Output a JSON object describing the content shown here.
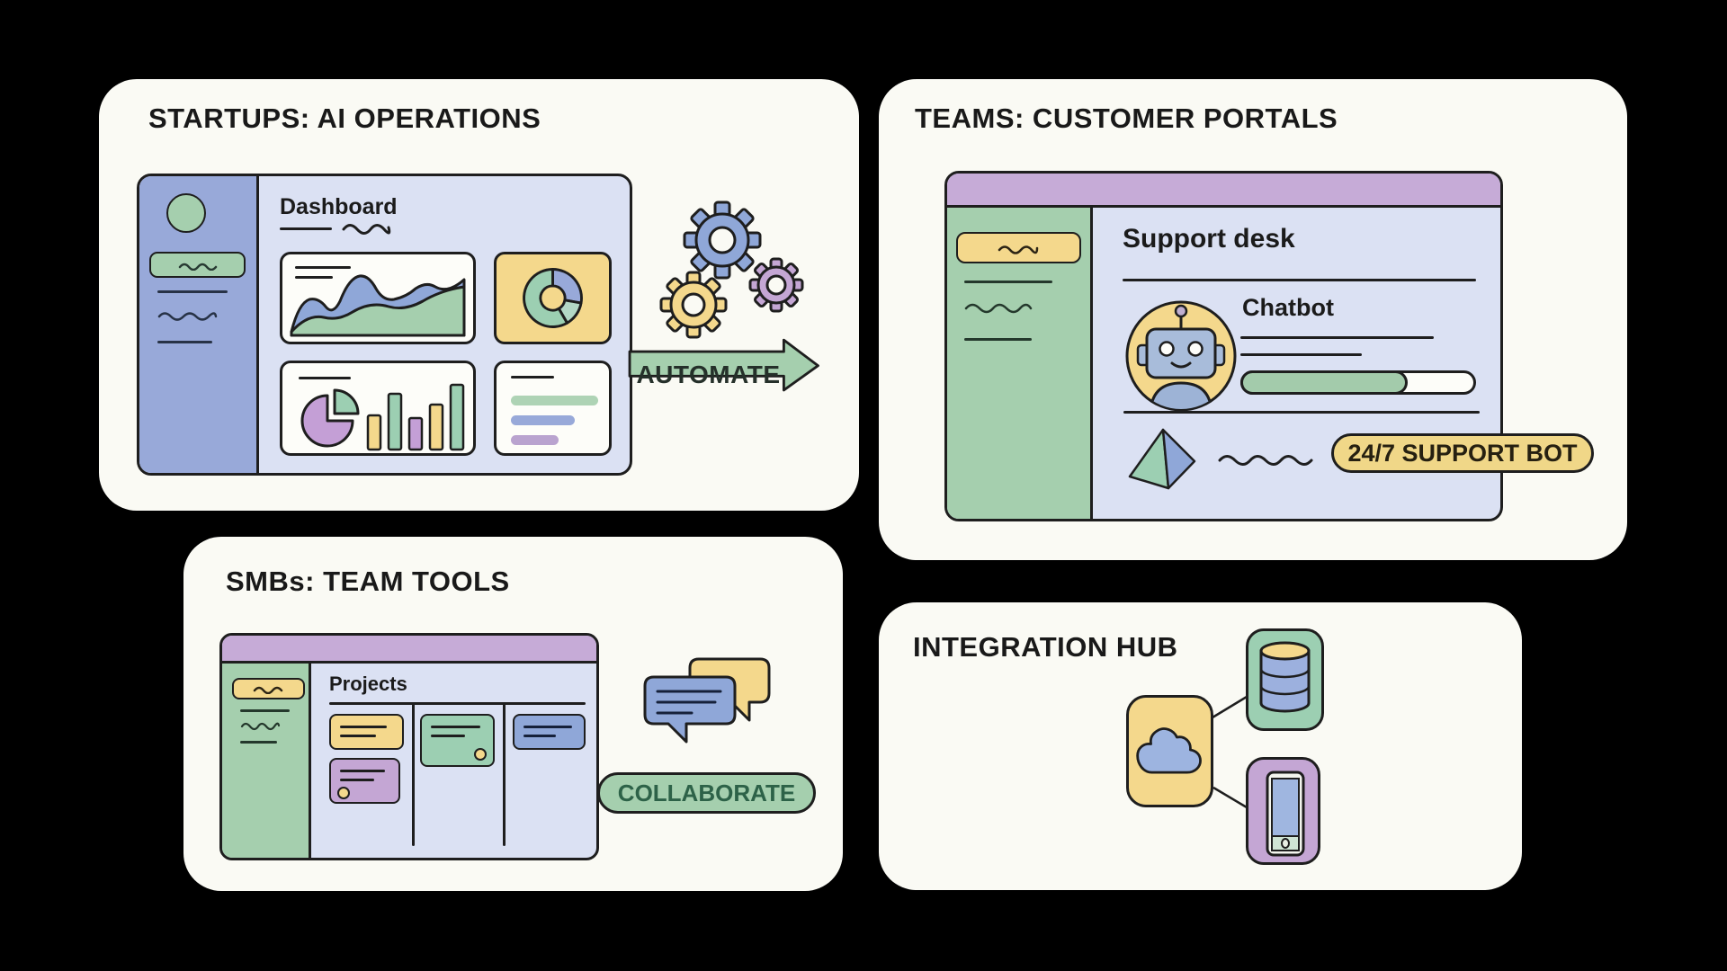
{
  "palette": {
    "background": "#000000",
    "card": "#fafaf4",
    "ink": "#1e1e1e",
    "green": "#a5cfae",
    "yellow": "#f4d88c",
    "blue": "#8fa7d8",
    "periwinkle": "#98a9d9",
    "lavender": "#dbe1f3",
    "purple": "#c6abd7",
    "pie_purple": "#c49fd6",
    "automate_text": "#25302a",
    "collaborate_text": "#2d6248",
    "support_bot_text": "#262011"
  },
  "cards": {
    "startups": {
      "title": "STARTUPS: AI OPERATIONS",
      "window_title": "Dashboard",
      "arrow_label": "AUTOMATE"
    },
    "teams": {
      "title": "TEAMS: CUSTOMER PORTALS",
      "heading": "Support desk",
      "chatbot_label": "Chatbot",
      "badge_label": "24/7 SUPPORT BOT"
    },
    "smbs": {
      "title": "SMBs: TEAM TOOLS",
      "board_label": "Projects",
      "badge_label": "COLLABORATE"
    },
    "integration": {
      "title": "INTEGRATION HUB"
    }
  }
}
